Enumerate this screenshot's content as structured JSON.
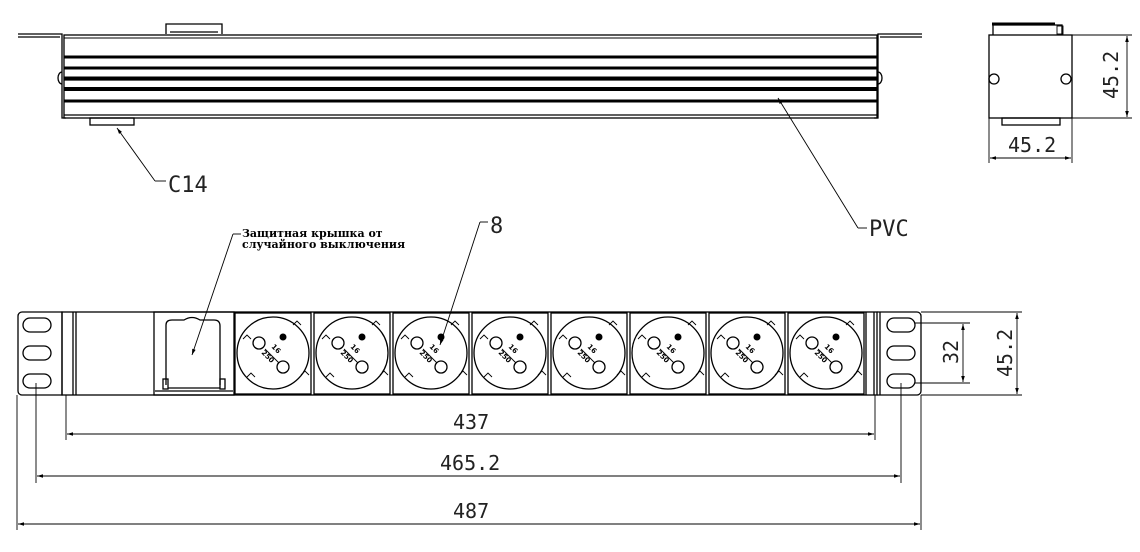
{
  "drawing": {
    "title": "PDU 19\" 1U — 8 sockets",
    "labels": {
      "inlet": "C14",
      "housing": "PVC",
      "sockets_count": "8",
      "cover_note_line1": "Защитная крышка от",
      "cover_note_line2": "случайного выключения",
      "socket_rating_top": "16",
      "socket_rating_bottom": "250"
    },
    "dimensions": {
      "body_length": "437",
      "mount_hole_spacing": "465.2",
      "overall_length": "487",
      "mount_hole_vertical": "32",
      "front_height": "45.2",
      "side_height": "45.2",
      "side_width": "45.2"
    },
    "sockets": [
      1,
      2,
      3,
      4,
      5,
      6,
      7,
      8
    ]
  }
}
